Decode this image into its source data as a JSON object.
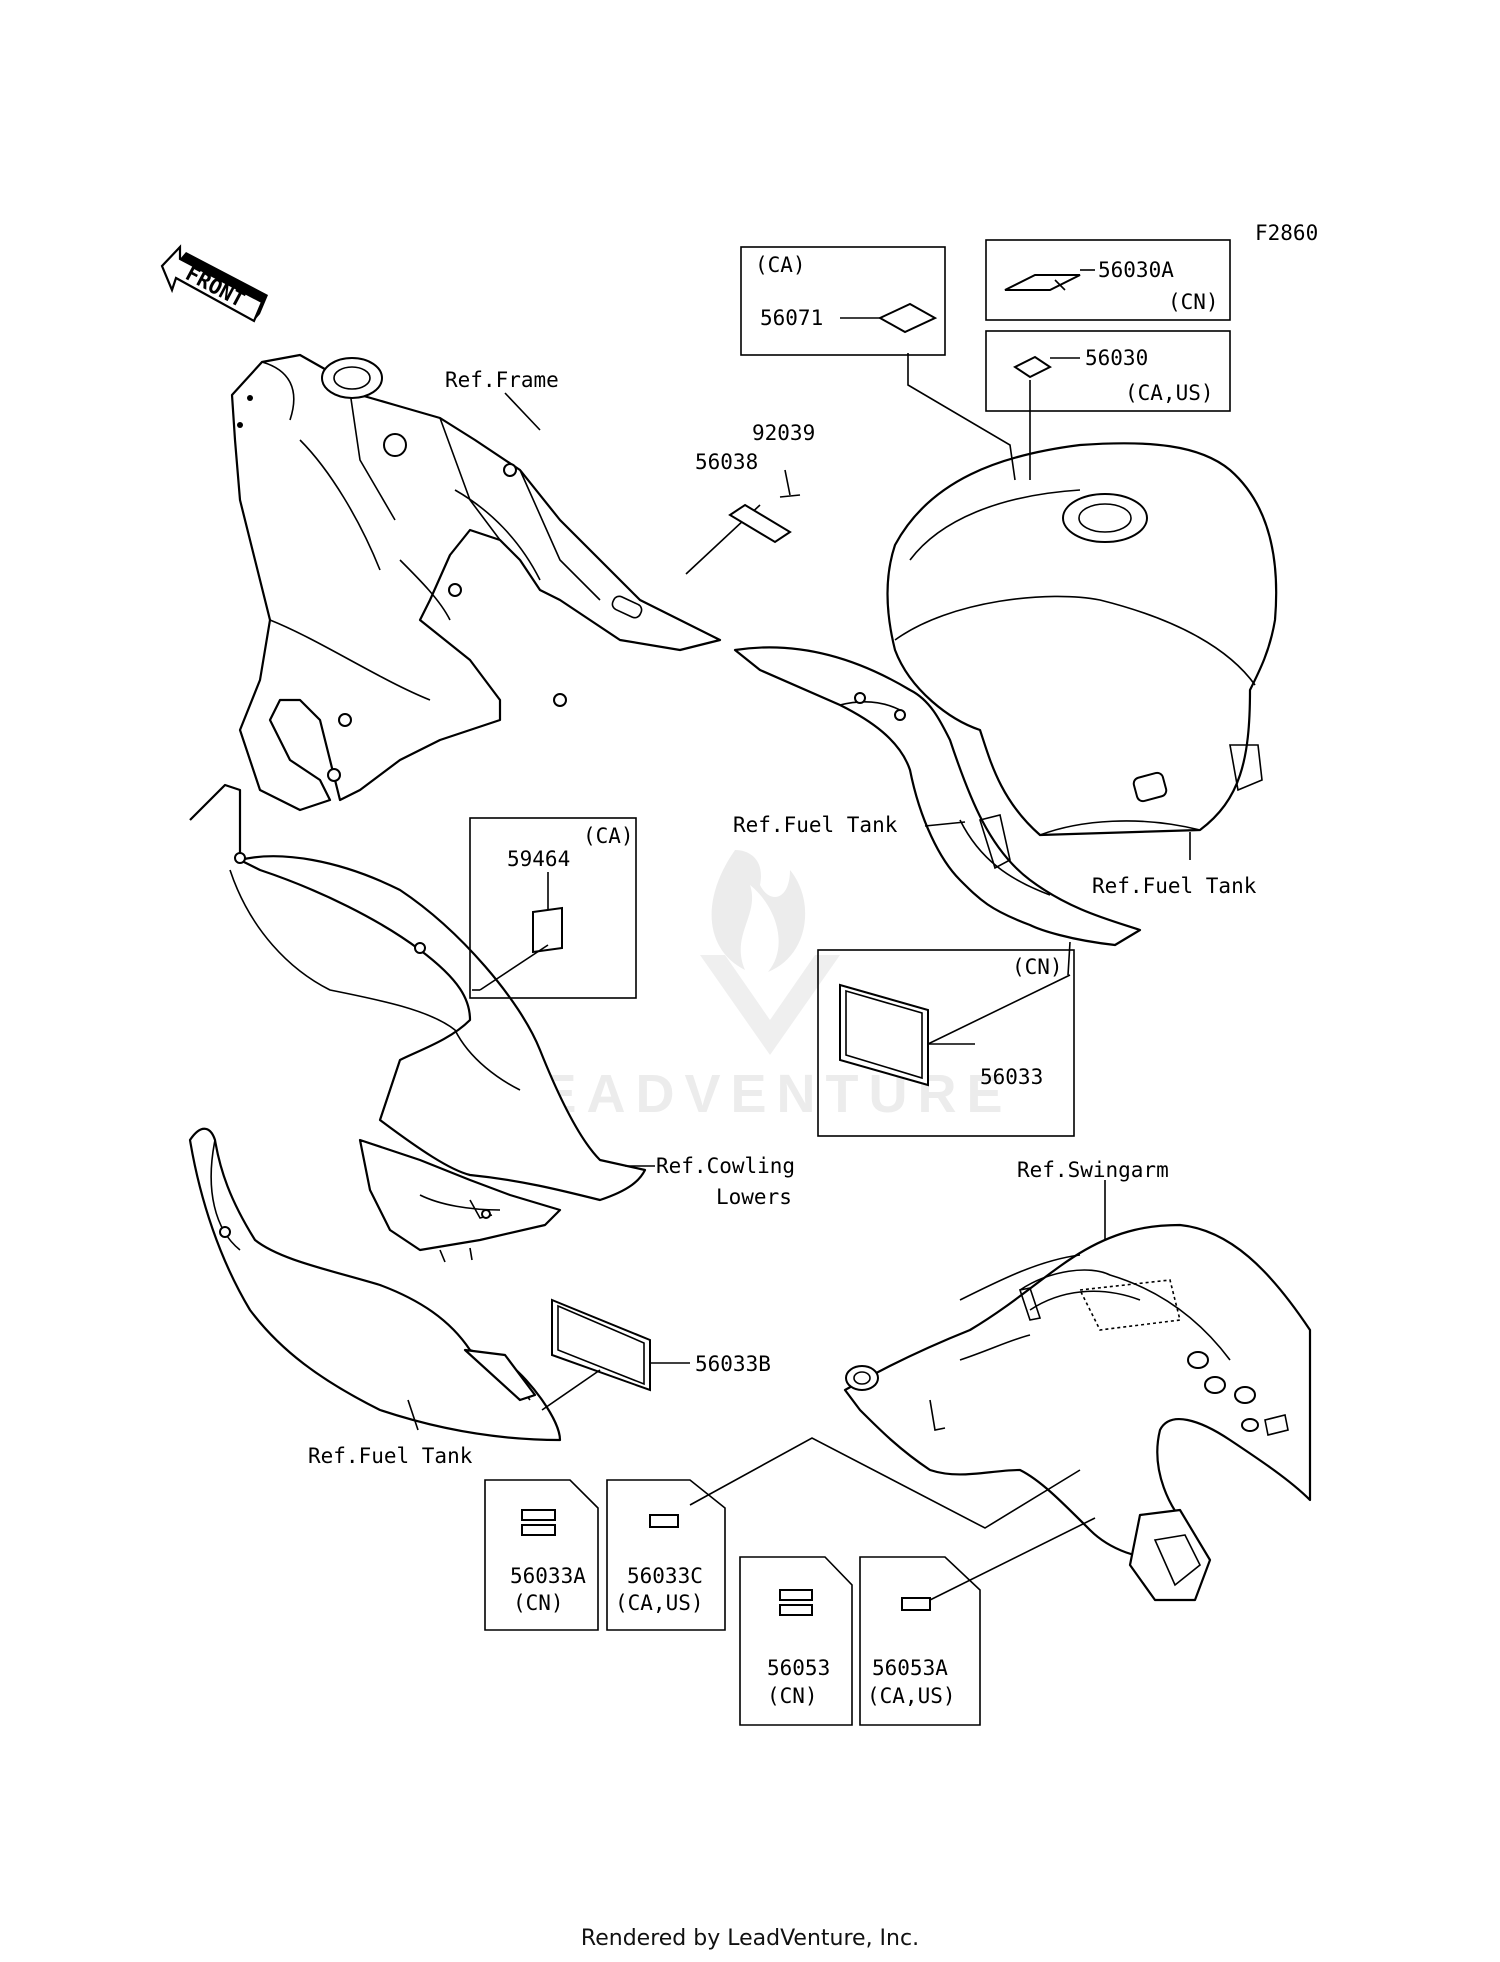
{
  "figure_code": "F2860",
  "front_arrow_label": "FRONT",
  "watermark": "LEADVENTURE",
  "footer": "Rendered by LeadVenture, Inc.",
  "references": {
    "frame": "Ref.Frame",
    "fuel_tank_upper": "Ref.Fuel Tank",
    "fuel_tank_right": "Ref.Fuel Tank",
    "cowling_line1": "Ref.Cowling",
    "cowling_line2": "Lowers",
    "fuel_tank_lower": "Ref.Fuel Tank",
    "swingarm": "Ref.Swingarm"
  },
  "parts": {
    "p56071": {
      "number": "56071",
      "region": "(CA)"
    },
    "p56030A": {
      "number": "56030A",
      "region": "(CN)"
    },
    "p56030": {
      "number": "56030",
      "region": "(CA,US)"
    },
    "p92039": {
      "number": "92039"
    },
    "p56038": {
      "number": "56038"
    },
    "p59464": {
      "number": "59464",
      "region": "(CA)"
    },
    "p56033": {
      "number": "56033",
      "region": "(CN)"
    },
    "p56033B": {
      "number": "56033B"
    },
    "p56033A": {
      "number": "56033A",
      "region": "(CN)"
    },
    "p56033C": {
      "number": "56033C",
      "region": "(CA,US)"
    },
    "p56053": {
      "number": "56053",
      "region": "(CN)"
    },
    "p56053A": {
      "number": "56053A",
      "region": "(CA,US)"
    }
  }
}
